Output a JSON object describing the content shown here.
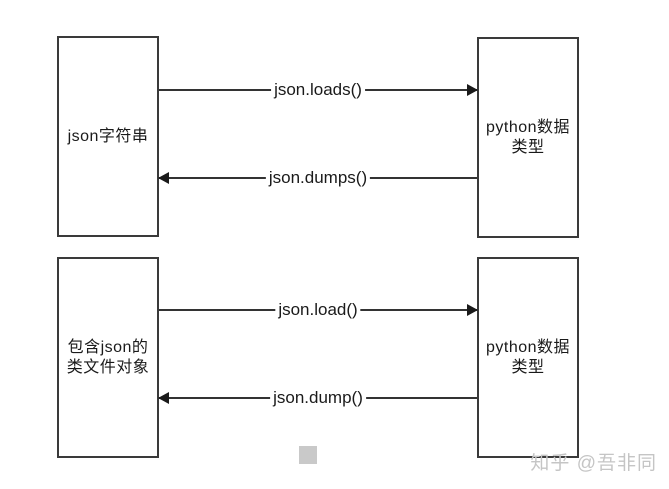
{
  "diagram": {
    "boxes": {
      "top_left": {
        "lines": [
          "json字符串"
        ]
      },
      "top_right": {
        "lines": [
          "python数据",
          "类型"
        ]
      },
      "bottom_left": {
        "lines": [
          "包含json的",
          "类文件对象"
        ]
      },
      "bottom_right": {
        "lines": [
          "python数据",
          "类型"
        ]
      }
    },
    "arrows": {
      "loads": {
        "label": "json.loads()",
        "direction": "right"
      },
      "dumps": {
        "label": "json.dumps()",
        "direction": "left"
      },
      "load": {
        "label": "json.load()",
        "direction": "right"
      },
      "dump": {
        "label": "json.dump()",
        "direction": "left"
      }
    }
  },
  "watermark": {
    "text": "知乎 @吾非同"
  },
  "colors": {
    "background": "#ffffff",
    "box_border": "#3a3a3a",
    "line": "#333333",
    "text": "#1a1a1a",
    "watermark": "#c5c5c5",
    "gray_square": "#c9c9c9"
  }
}
